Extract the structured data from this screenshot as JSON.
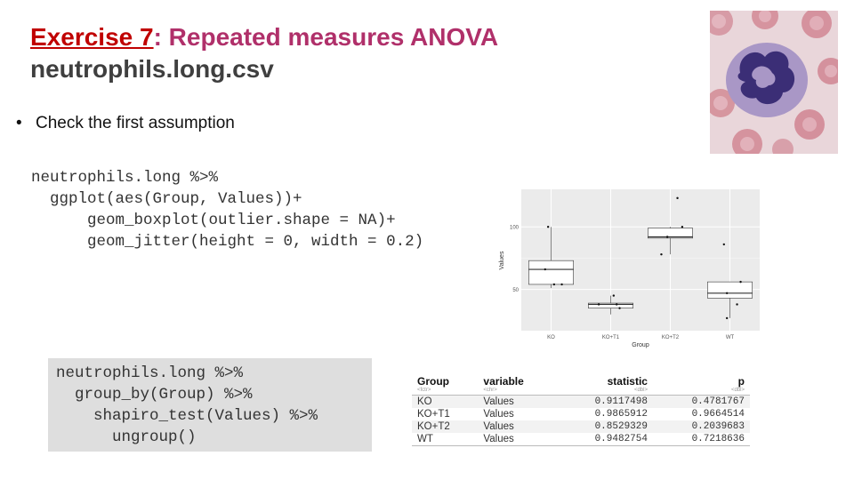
{
  "title": {
    "exercise": "Exercise 7",
    "separator": ":",
    "topic": " Repeated measures ANOVA",
    "filename": "neutrophils.long.csv"
  },
  "bullet": {
    "text": "Check the first assumption"
  },
  "code_plot": {
    "lines": [
      "neutrophils.long %>%",
      "  ggplot(aes(Group, Values))+",
      "      geom_boxplot(outlier.shape = NA)+",
      "      geom_jitter(height = 0, width = 0.2)"
    ]
  },
  "code_test": {
    "lines": [
      "neutrophils.long %>%",
      "  group_by(Group) %>%",
      "    shapiro_test(Values) %>%",
      "      ungroup()"
    ]
  },
  "chart_data": {
    "type": "boxplot",
    "xlabel": "Group",
    "ylabel": "Values",
    "categories": [
      "KO",
      "KO+T1",
      "KO+T2",
      "WT"
    ],
    "y_ticks": [
      50,
      100
    ],
    "ylim": [
      17,
      130
    ],
    "grid": true,
    "boxes": [
      {
        "group": "KO",
        "q1": 54,
        "median": 66,
        "q3": 73,
        "whisker_low": 51,
        "whisker_high": 100
      },
      {
        "group": "KO+T1",
        "q1": 35,
        "median": 38,
        "q3": 39,
        "whisker_low": 30,
        "whisker_high": 45
      },
      {
        "group": "KO+T2",
        "q1": 91,
        "median": 92,
        "q3": 99,
        "whisker_low": 78,
        "whisker_high": 100
      },
      {
        "group": "WT",
        "q1": 43,
        "median": 47,
        "q3": 56,
        "whisker_low": 27,
        "whisker_high": 56
      }
    ],
    "points": [
      {
        "group": "KO",
        "x_offset": -0.05,
        "y": 100
      },
      {
        "group": "KO",
        "x_offset": -0.1,
        "y": 66
      },
      {
        "group": "KO",
        "x_offset": 0.05,
        "y": 54
      },
      {
        "group": "KO",
        "x_offset": 0.18,
        "y": 54
      },
      {
        "group": "KO+T1",
        "x_offset": 0.05,
        "y": 45
      },
      {
        "group": "KO+T1",
        "x_offset": -0.2,
        "y": 38
      },
      {
        "group": "KO+T1",
        "x_offset": 0.1,
        "y": 38
      },
      {
        "group": "KO+T1",
        "x_offset": 0.15,
        "y": 35
      },
      {
        "group": "KO+T2",
        "x_offset": 0.12,
        "y": 123
      },
      {
        "group": "KO+T2",
        "x_offset": 0.2,
        "y": 100
      },
      {
        "group": "KO+T2",
        "x_offset": -0.05,
        "y": 92
      },
      {
        "group": "KO+T2",
        "x_offset": -0.15,
        "y": 78
      },
      {
        "group": "WT",
        "x_offset": -0.1,
        "y": 86
      },
      {
        "group": "WT",
        "x_offset": 0.18,
        "y": 56
      },
      {
        "group": "WT",
        "x_offset": -0.05,
        "y": 47
      },
      {
        "group": "WT",
        "x_offset": 0.12,
        "y": 38
      },
      {
        "group": "WT",
        "x_offset": -0.05,
        "y": 27
      }
    ]
  },
  "results_table": {
    "columns": [
      {
        "name": "Group",
        "type": "<fctr>"
      },
      {
        "name": "variable",
        "type": "<chr>"
      },
      {
        "name": "statistic",
        "type": "<dbl>"
      },
      {
        "name": "p",
        "type": "<dbl>"
      }
    ],
    "rows": [
      [
        "KO",
        "Values",
        "0.9117498",
        "0.4781767"
      ],
      [
        "KO+T1",
        "Values",
        "0.9865912",
        "0.9664514"
      ],
      [
        "KO+T2",
        "Values",
        "0.8529329",
        "0.2039683"
      ],
      [
        "WT",
        "Values",
        "0.9482754",
        "0.7218636"
      ]
    ]
  },
  "colors": {
    "exercise": "#C00000",
    "topic": "#B0306A",
    "text": "#3F3F3F",
    "code_bg": "#DEDEDE"
  }
}
